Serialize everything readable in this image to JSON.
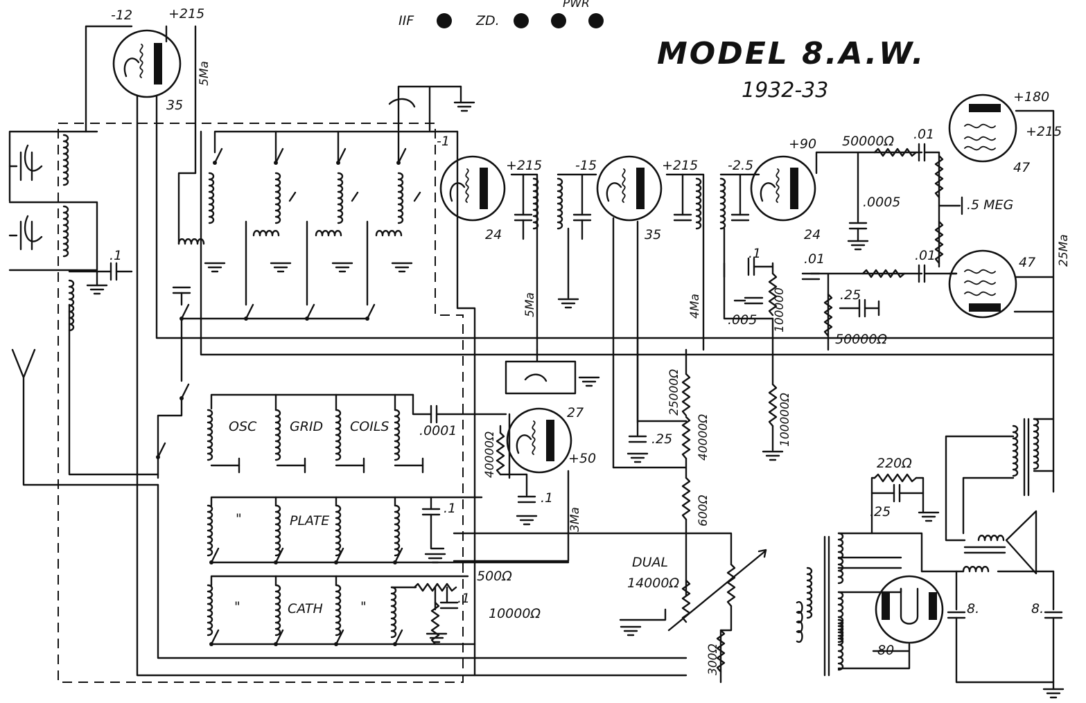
{
  "title": "MODEL 8.A.W.",
  "year": "1932-33",
  "pilot_labels": {
    "if": "IIF",
    "zd": "ZD.",
    "pwr": "PWR"
  },
  "tubes": {
    "t35a": "35",
    "t24a": "24",
    "t35b": "35",
    "t24b": "24",
    "t47a": "47",
    "t47b": "47",
    "t27": "27",
    "t80": "80"
  },
  "voltages": {
    "v_m12": "-12",
    "v_215a": "+215",
    "v_m1": "-1",
    "v_215b": "+215",
    "v_m15": "-15",
    "v_215c": "+215",
    "v_m25": "-2.5",
    "v_90": "+90",
    "v_180": "+180",
    "v_215d": "+215",
    "v_50": "+50"
  },
  "currents": {
    "c_5ma_a": "5Ma",
    "c_5ma_b": "5Ma",
    "c_4ma": "4Ma",
    "c_3ma": "3Ma",
    "c_25ma": "25Ma"
  },
  "values": {
    "r_50000_top": "50000Ω",
    "c_01_top": ".01",
    "c_0005": ".0005",
    "r_5meg": ".5 MEG",
    "c_01_mid": ".01",
    "c_01_left": ".01",
    "c_1_mid": ".1",
    "c_25_a": ".25",
    "r_50000_low": "50000Ω",
    "c_005": ".005",
    "r_100000_a": "100000",
    "r_25000": "25000Ω",
    "r_40000_a": "40000Ω",
    "r_40000_b": "40000Ω",
    "r_100000_b": "100000Ω",
    "r_600": "600Ω",
    "r_300": "300Ω",
    "c_25_b": ".25",
    "c_0001": ".0001",
    "c_1_27": ".1",
    "c_1_ant": ".1",
    "c_1_plate": ".1",
    "c_1_cath": ".1",
    "r_500": "500Ω",
    "r_10000": "10000Ω",
    "r_220": "220Ω",
    "c_25_c": ".25",
    "c_8_a": "8.",
    "c_8_b": "8.",
    "dual": "DUAL",
    "r_14000": "14000Ω"
  },
  "coil_labels": {
    "osc": "OSC",
    "grid": "GRID",
    "coils": "COILS",
    "plate": "PLATE",
    "cath": "CATH",
    "ditto": "\""
  }
}
